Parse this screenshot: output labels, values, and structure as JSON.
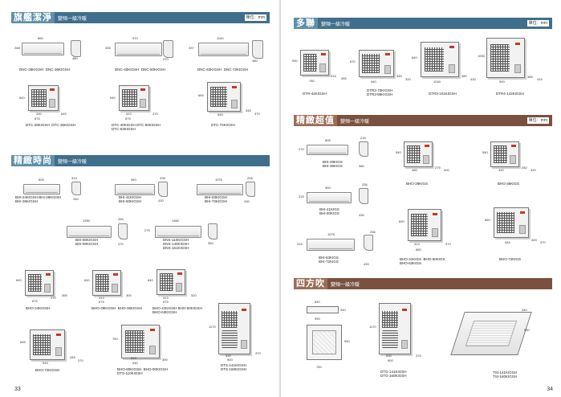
{
  "left": {
    "page_number": "33",
    "section1": {
      "title": "旗艦潔淨",
      "subtitle": "變頻一級冷暖",
      "unit": "單位：mm"
    },
    "section2": {
      "title": "精緻時尚",
      "subtitle": "變頻一級冷暖"
    },
    "s1_indoor": [
      {
        "labels": [
          "DNC-28KIGSH",
          "DNC-36KIGSH"
        ],
        "dims": [
          "860",
          "288",
          "480"
        ]
      },
      {
        "labels": [
          "DNC-40KIGSH",
          "DNC-50KIGSH"
        ],
        "dims": [
          "970",
          "335",
          "270"
        ]
      },
      {
        "labels": [
          "DNC-63KIGSH",
          "DNC-72KIGSH"
        ],
        "dims": [
          "1140",
          "337",
          "480"
        ]
      }
    ],
    "s1_outdoor": [
      {
        "labels": [
          "DTC-28KIGSH",
          "DTC-36KIGSH"
        ],
        "dims": [
          "640",
          "330",
          "875",
          "545"
        ]
      },
      {
        "labels": [
          "DTC-40KIGSH",
          "DTC-50KIGSH",
          "DTC-63KIGSH"
        ],
        "dims": [
          "640",
          "313",
          "875",
          "370"
        ]
      },
      {
        "labels": [
          "DTC-72KIGSH"
        ],
        "dims": [
          "665",
          "545",
          "345",
          "370"
        ]
      }
    ],
    "s2_indoor_row1": [
      {
        "labels": [
          "BHI-24KIGSH",
          "BHI-29KIGSH",
          "BHI-36KIGSH"
        ],
        "dims": [
          "805",
          "313",
          "260"
        ]
      },
      {
        "labels": [
          "BHI-41KIGSH",
          "BHI-50KIGSH"
        ],
        "dims": [
          "960",
          "208",
          "430"
        ]
      },
      {
        "labels": [
          "BHI-63KIGSH",
          "BHI-72KIGSH"
        ],
        "dims": [
          "1075",
          "208",
          "430"
        ]
      }
    ],
    "s2_indoor_row2": [
      {
        "labels": [
          "BHI-80KIGSH",
          "BHI-90KIGSH"
        ],
        "dims": [
          "1350",
          "265",
          "470"
        ]
      },
      {
        "labels": [
          "DNS-110KIGSH",
          "DNS-140KIGSH",
          "DNS-161KIGSH"
        ],
        "dims": [
          "1360",
          "275",
          "350"
        ]
      }
    ],
    "s2_outdoor_row1": [
      {
        "labels": [
          "BHO-24KIGSH"
        ],
        "dims": [
          "640",
          "270",
          "875",
          "365"
        ]
      },
      {
        "labels": [
          "BHO-29KIGSH",
          "BHO-36KIGSH"
        ],
        "dims": [
          "640",
          "313",
          "875",
          "300"
        ]
      },
      {
        "labels": [
          "BHO-41KIGSH",
          "BHO-50KIGSH",
          "BHO-63KIGSH"
        ],
        "dims": [
          "640",
          "313",
          "875",
          "320"
        ]
      }
    ],
    "s2_outdoor_row2": [
      {
        "labels": [
          "BHO-72KIGSH"
        ],
        "dims": [
          "665",
          "545",
          "345",
          "370"
        ]
      },
      {
        "labels": [
          "BHO-80KIGSH",
          "BHO-90KIGSH",
          "DTS-110KIGSH"
        ],
        "dims": [
          "760",
          "513",
          "940",
          "390"
        ]
      },
      {
        "labels": [
          "DTS-141KIGSH",
          "DTS-160KIGSH"
        ],
        "dims": [
          "1170",
          "530",
          "900",
          "370"
        ]
      }
    ]
  },
  "right": {
    "page_number": "34",
    "section1": {
      "title": "多聯",
      "subtitle": "變頻一級冷暖",
      "unit": "單位：mm"
    },
    "section2": {
      "title": "精緻超值",
      "subtitle": "變頻一級冷暖",
      "unit": "單位：mm"
    },
    "section3": {
      "title": "四方吹",
      "subtitle": "變頻一級冷暖"
    },
    "s1_outdoor": [
      {
        "labels": [
          "DTR-42KIGSH"
        ],
        "dims": [
          "550",
          "760",
          "315",
          "285"
        ]
      },
      {
        "labels": [
          "DTR2-70KIGSH",
          "DTR3-86KIGSH"
        ],
        "dims": [
          "670",
          "940",
          "345",
          "320"
        ]
      },
      {
        "labels": [
          "DTR3-101KIGSH"
        ],
        "dims": [
          "840",
          "1040",
          "380",
          "430"
        ]
      },
      {
        "labels": [
          "DTR4-142KIGSH"
        ],
        "dims": [
          "1000",
          "990",
          "365",
          "415"
        ]
      }
    ],
    "s2_indoor": [
      {
        "labels": [
          "BHI-28KIGS",
          "BHI-36KIGS"
        ],
        "dims": [
          "805",
          "270",
          "215",
          "380"
        ]
      },
      {
        "labels": [
          "BHI-41KIGS",
          "BHI-50KIGS"
        ],
        "dims": [
          "960",
          "315",
          "236",
          "430"
        ]
      },
      {
        "labels": [
          "BHI-63KIGS",
          "BHI-72KIGS"
        ],
        "dims": [
          "1075",
          "315",
          "236",
          "430"
        ]
      }
    ],
    "s2_outdoor": [
      {
        "labels": [
          "BHO-28KIGS"
        ],
        "dims": [
          "540",
          "480",
          "275",
          "300"
        ]
      },
      {
        "labels": [
          "BHO-36KIGS"
        ],
        "dims": [
          "540",
          "330",
          "282",
          "320"
        ]
      },
      {
        "labels": [
          "BHO-41KIGS",
          "BHO-50KIGS",
          "BHO-63KIGS"
        ],
        "dims": [
          "690",
          "313",
          "880",
          "370"
        ]
      },
      {
        "labels": [
          "BHO-72KIGS"
        ],
        "dims": [
          "660",
          "545",
          "345",
          "370"
        ]
      }
    ],
    "s3": [
      {
        "labels": [],
        "dims": [
          "840",
          "950",
          "340",
          "950",
          "760"
        ]
      },
      {
        "labels": [
          "DTG-141KIGSH",
          "DTG-160KIGSH"
        ],
        "dims": [
          "1170",
          "530",
          "900",
          "370"
        ]
      },
      {
        "labels": [
          "TSI-141KIGSH",
          "TSI-160KIGSH"
        ],
        "dims": [
          "340",
          "950"
        ]
      }
    ]
  },
  "colors": {
    "header_blue": "#3f6f8c",
    "header_brown": "#7a5140",
    "text": "#222222"
  }
}
